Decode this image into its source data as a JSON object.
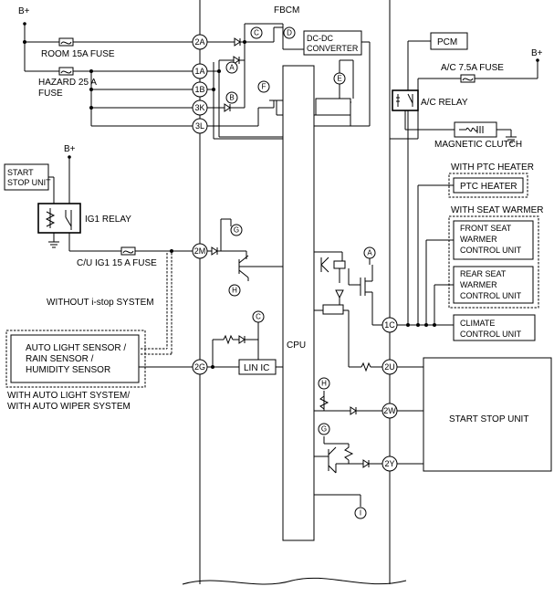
{
  "title": "FBCM",
  "supply": {
    "b_plus": "B+"
  },
  "fuses": {
    "room": "ROOM 15A FUSE",
    "hazard_line1": "HAZARD 25 A",
    "hazard_line2": "FUSE",
    "ac": "A/C 7.5A FUSE",
    "cu_ig1": "C/U IG1 15 A FUSE"
  },
  "pins": {
    "p2A": "2A",
    "p1A": "1A",
    "p1B": "1B",
    "p3K": "3K",
    "p3L": "3L",
    "p2M": "2M",
    "p2G": "2G",
    "p1C": "1C",
    "p2U": "2U",
    "p2W": "2W",
    "p2Y": "2Y"
  },
  "letters": {
    "A": "A",
    "B": "B",
    "C": "C",
    "D": "D",
    "E": "E",
    "F": "F",
    "G": "G",
    "H": "H",
    "I": "I"
  },
  "blocks": {
    "dcdc_line1": "DC-DC",
    "dcdc_line2": "CONVERTER",
    "cpu": "CPU",
    "lin_ic": "LIN IC",
    "pcm": "PCM",
    "ac_relay": "A/C RELAY",
    "magnetic_clutch": "MAGNETIC CLUTCH",
    "with_ptc_heater": "WITH PTC HEATER",
    "ptc_heater": "PTC HEATER",
    "with_seat_warmer": "WITH SEAT WARMER",
    "front_seat_line1": "FRONT SEAT",
    "front_seat_line2": "WARMER",
    "front_seat_line3": "CONTROL UNIT",
    "rear_seat_line1": "REAR SEAT",
    "rear_seat_line2": "WARMER",
    "rear_seat_line3": "CONTROL UNIT",
    "climate_line1": "CLIMATE",
    "climate_line2": "CONTROL UNIT",
    "start_stop_unit": "START STOP UNIT",
    "start_stop_small_line1": "START",
    "start_stop_small_line2": "STOP UNIT",
    "ig1_relay": "IG1 RELAY",
    "without_istop": "WITHOUT i-stop SYSTEM",
    "sensor_line1": "AUTO LIGHT SENSOR /",
    "sensor_line2": "RAIN SENSOR /",
    "sensor_line3": "HUMIDITY SENSOR",
    "with_auto_line1": "WITH AUTO LIGHT SYSTEM/",
    "with_auto_line2": "WITH AUTO WIPER SYSTEM"
  }
}
